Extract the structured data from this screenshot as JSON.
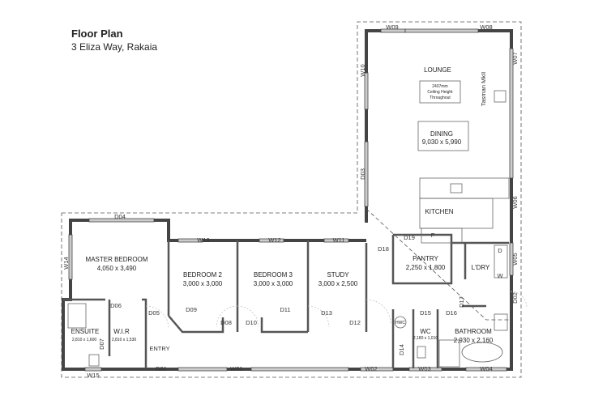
{
  "header": {
    "title": "Floor Plan",
    "address": "3 Eliza Way, Rakaia"
  },
  "rooms": {
    "lounge": {
      "label": "LOUNGE"
    },
    "ceiling_note": [
      "2407mm",
      "Ceiling Height",
      "Throughout"
    ],
    "dining": {
      "label": "DINING",
      "dims": "9,030 x 5,990"
    },
    "heater": "Tasman MkII",
    "kitchen": {
      "label": "KITCHEN"
    },
    "master": {
      "label": "MASTER BEDROOM",
      "dims": "4,050 x 3,490"
    },
    "bed2": {
      "label": "BEDROOM 2",
      "dims": "3,000 x 3,000"
    },
    "bed3": {
      "label": "BEDROOM 3",
      "dims": "3,000 x 3,000"
    },
    "study": {
      "label": "STUDY",
      "dims": "3,000 x 2,500"
    },
    "pantry": {
      "label": "PANTRY",
      "dims": "2,250 x 1,800"
    },
    "laundry": {
      "label": "L'DRY"
    },
    "wc": {
      "label": "WC",
      "dims": "2,180 x 1,010"
    },
    "bathroom": {
      "label": "BATHROOM",
      "dims": "2,930 x 2,160"
    },
    "ensuite": {
      "label": "ENSUITE",
      "dims": "2,810 x 1,600"
    },
    "wir": {
      "label": "W.I.R",
      "dims": "2,810 x 1,530"
    },
    "entry": {
      "label": "ENTRY"
    },
    "hwc": "HWC",
    "fridge": "F",
    "dryer": "D",
    "washer": "W"
  },
  "tags": {
    "W01": "W01",
    "W02": "W02",
    "W03": "W03",
    "W04": "W04",
    "W05": "W05",
    "W06": "W06",
    "W07": "W07",
    "W08": "W08",
    "W09": "W09",
    "W10": "W10",
    "W11": "W11",
    "W12": "W12",
    "W13": "W13",
    "W14": "W14",
    "W15": "W15",
    "D01": "D01",
    "D02": "D02",
    "D03": "D03",
    "D04": "D04",
    "D05": "D05",
    "D06": "D06",
    "D07": "D07",
    "D08": "D08",
    "D09": "D09",
    "D10": "D10",
    "D11": "D11",
    "D12": "D12",
    "D13": "D13",
    "D14": "D14",
    "D15": "D15",
    "D16": "D16",
    "D17": "D17",
    "D18": "D18",
    "D19": "D19"
  }
}
